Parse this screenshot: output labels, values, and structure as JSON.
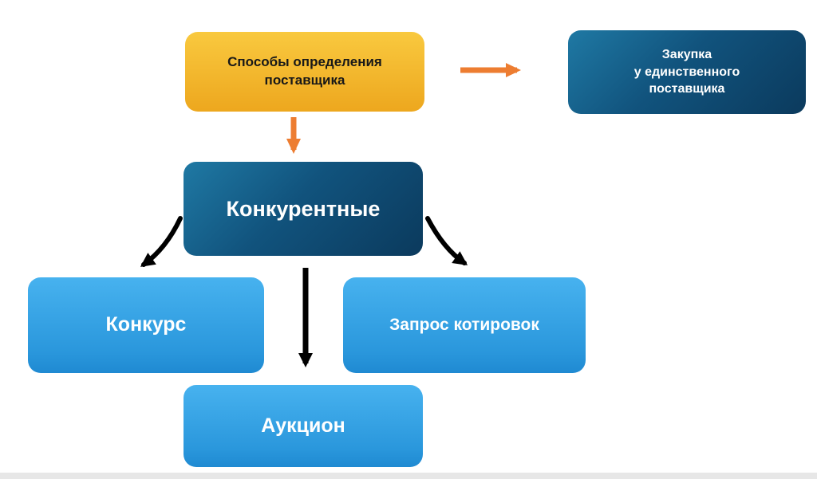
{
  "diagram": {
    "title": "Способы определения поставщика",
    "nodes": {
      "methods": {
        "label": "Способы определения\nпоставщика"
      },
      "single_supplier": {
        "label": "Закупка\nу единственного\nпоставщика"
      },
      "competitive": {
        "label": "Конкурентные"
      },
      "contest": {
        "label": "Конкурс"
      },
      "quotations": {
        "label": "Запрос котировок"
      },
      "auction": {
        "label": "Аукцион"
      }
    },
    "edges": [
      {
        "from": "methods",
        "to": "single_supplier",
        "color": "orange"
      },
      {
        "from": "methods",
        "to": "competitive",
        "color": "orange"
      },
      {
        "from": "competitive",
        "to": "contest",
        "color": "black"
      },
      {
        "from": "competitive",
        "to": "auction",
        "color": "black"
      },
      {
        "from": "competitive",
        "to": "quotations",
        "color": "black"
      }
    ],
    "colors": {
      "yellow_top": "#F9C93F",
      "yellow_bottom": "#EDA71E",
      "dark_blue_top": "#1F79A4",
      "dark_blue_bottom": "#0B3A5D",
      "light_blue_top": "#47B2EF",
      "light_blue_bottom": "#1F8AD2",
      "orange_arrow": "#ED7D31",
      "black_arrow": "#000000",
      "background": "#FFFFFF"
    }
  }
}
